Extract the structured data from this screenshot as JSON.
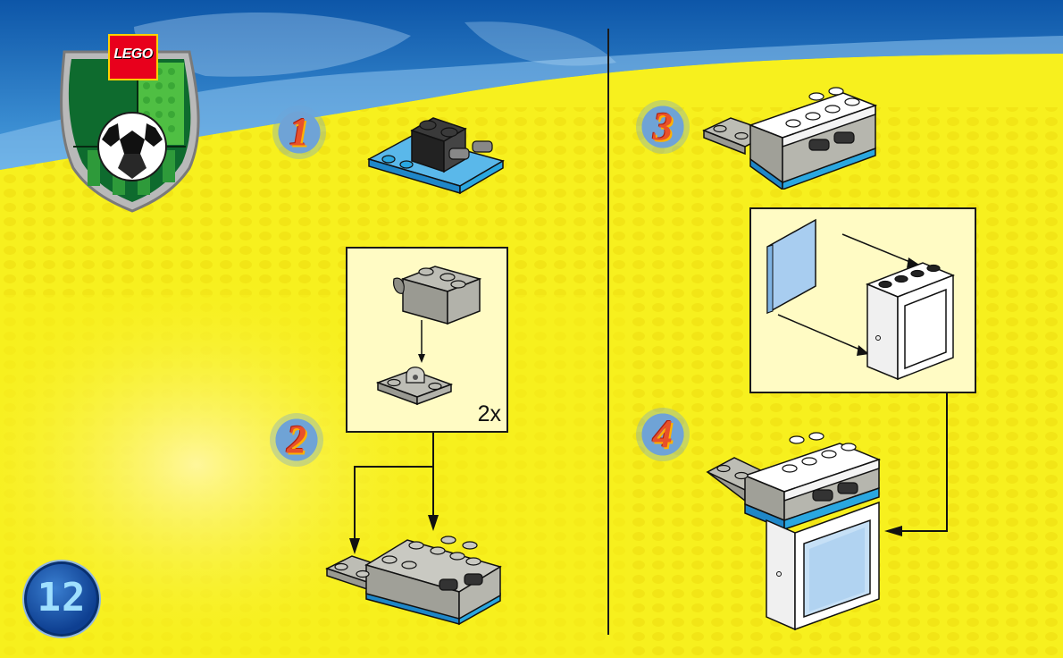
{
  "brand": {
    "logo_text": "LEGO"
  },
  "page": {
    "number": "12"
  },
  "steps": [
    {
      "number": "1"
    },
    {
      "number": "2"
    },
    {
      "number": "3"
    },
    {
      "number": "4"
    }
  ],
  "callouts": [
    {
      "multiplier": "2x"
    }
  ],
  "colors": {
    "background_yellow": "#f7f01e",
    "sky_blue": "#1e78c8",
    "brick_gray": "#a8a8a0",
    "plate_blue": "#2aa7e0",
    "step_orange": "#e8502a"
  }
}
